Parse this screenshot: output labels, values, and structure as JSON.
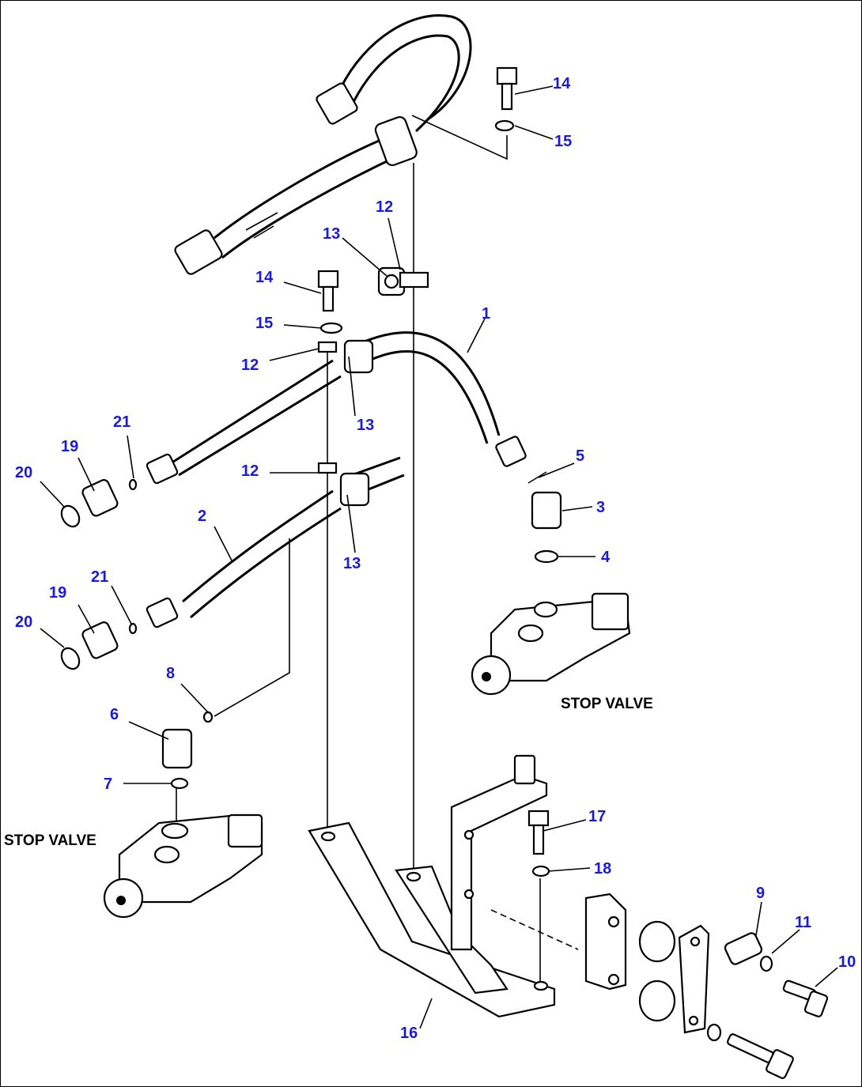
{
  "diagram": {
    "colors": {
      "callout": "#1a1adb",
      "ink": "#000000",
      "background": "#ffffff"
    },
    "captions": {
      "stop_valve_right": "STOP VALVE",
      "stop_valve_left": "STOP VALVE"
    },
    "callouts": {
      "c14a": "14",
      "c15a": "15",
      "c12a": "12",
      "c13a": "13",
      "c14b": "14",
      "c15b": "15",
      "c12b": "12",
      "c13b": "13",
      "c1": "1",
      "c21a": "21",
      "c19a": "19",
      "c20a": "20",
      "c12c": "12",
      "c5": "5",
      "c3": "3",
      "c2": "2",
      "c13c": "13",
      "c4": "4",
      "c21b": "21",
      "c19b": "19",
      "c20b": "20",
      "c8": "8",
      "c6": "6",
      "c7": "7",
      "c17": "17",
      "c18": "18",
      "c9": "9",
      "c11": "11",
      "c10": "10",
      "c16": "16"
    }
  }
}
